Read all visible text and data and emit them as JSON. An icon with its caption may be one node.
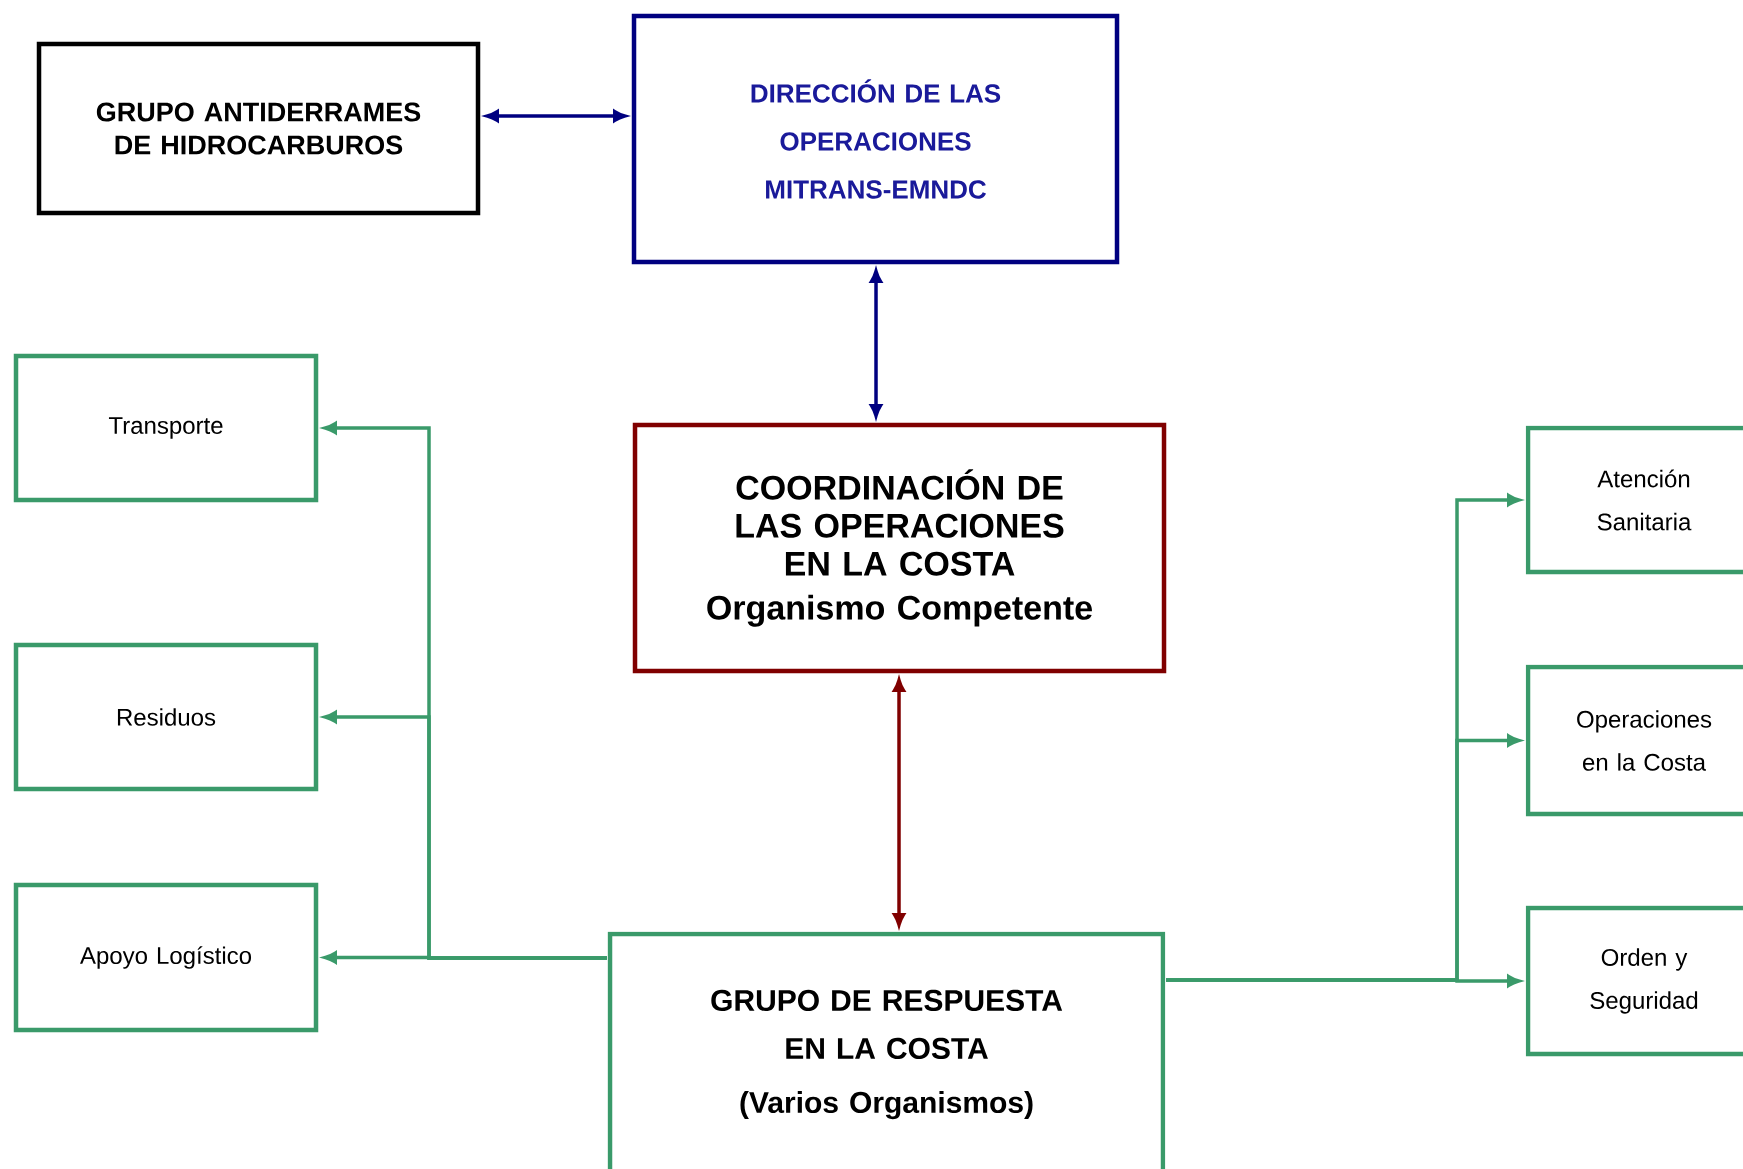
{
  "diagram": {
    "nodes": [
      {
        "text": [
          "GRUPO ANTIDERRAMES DE HIDROCARBUROS"
        ]
      },
      {
        "text": [
          "DIRECCIÓN DE LAS OPERACIONES MITRANS-EMNDC"
        ]
      },
      {
        "text": [
          "COORDINACIÓN DE LAS OPERACIONES EN LA COSTA",
          "Organismo Competente"
        ]
      },
      {
        "text": [
          "GRUPO DE RESPUESTA EN LA COSTA",
          "(Varios Organismos)"
        ]
      },
      {
        "text": [
          "Transporte"
        ]
      },
      {
        "text": [
          "Residuos"
        ]
      },
      {
        "text": [
          "Apoyo Logístico"
        ]
      },
      {
        "text": [
          "Atención Sanitaria"
        ]
      },
      {
        "text": [
          "Operaciones en la Costa"
        ]
      },
      {
        "text": [
          "Orden y Seguridad"
        ]
      }
    ],
    "edges": [
      {
        "from": 0,
        "to": 1,
        "arrow": "both",
        "color": "#000080"
      },
      {
        "from": 1,
        "to": 2,
        "arrow": "both",
        "color": "#000080"
      },
      {
        "from": 2,
        "to": 3,
        "arrow": "both",
        "color": "#800000"
      },
      {
        "from": 3,
        "to": 4,
        "arrow": "to"
      },
      {
        "from": 3,
        "to": 5,
        "arrow": "to"
      },
      {
        "from": 3,
        "to": 6,
        "arrow": "to"
      },
      {
        "from": 3,
        "to": 7,
        "arrow": "to"
      },
      {
        "from": 3,
        "to": 8,
        "arrow": "to"
      },
      {
        "from": 3,
        "to": 9,
        "arrow": "to"
      }
    ]
  }
}
